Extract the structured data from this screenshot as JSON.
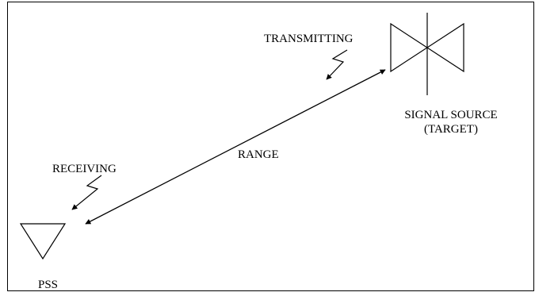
{
  "labels": {
    "transmitting": "TRANSMITTING",
    "signal_source_line1": "SIGNAL SOURCE",
    "signal_source_line2": "(TARGET)",
    "range": "RANGE",
    "receiving": "RECEIVING",
    "pss": "PSS"
  },
  "colors": {
    "stroke": "#000000",
    "background": "#ffffff"
  },
  "icons": {
    "target_antenna": "bowtie-antenna-icon",
    "pss_antenna": "inverted-triangle-antenna-icon"
  }
}
